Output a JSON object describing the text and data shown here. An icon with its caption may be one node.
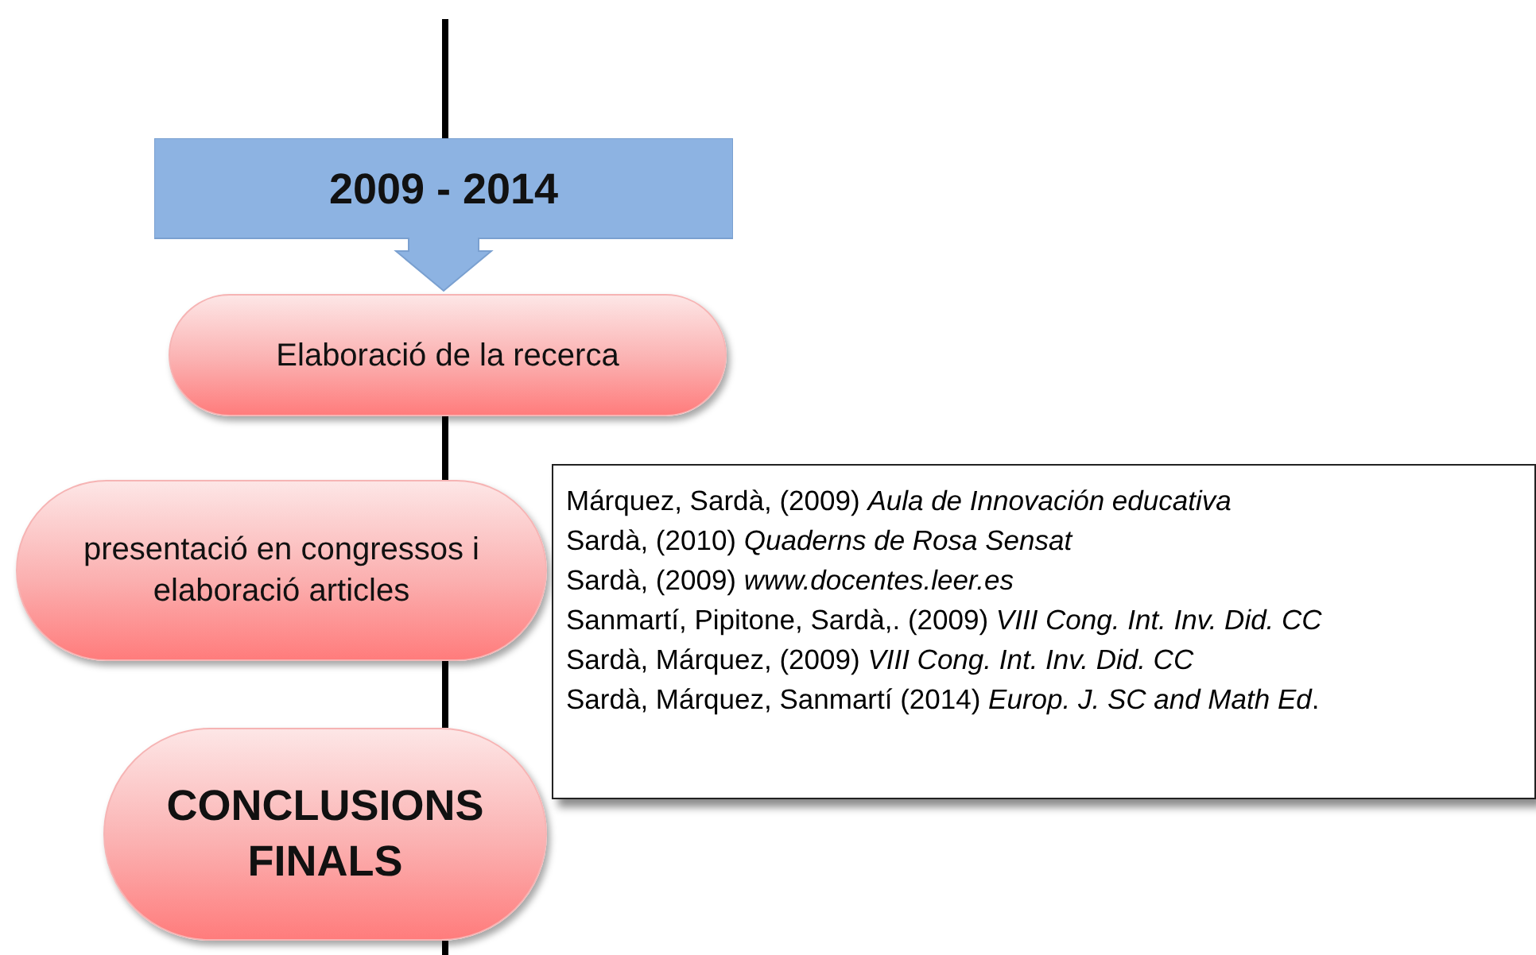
{
  "diagram": {
    "nodes": [
      {
        "text": [
          "2009 - 2014"
        ]
      },
      {
        "text": [
          "Elaboració de la recerca"
        ]
      },
      {
        "text": [
          "presentació en congressos i elaboració articles"
        ]
      },
      {
        "text": [
          "CONCLUSIONS FINALS"
        ]
      },
      {
        "text": [
          "Márquez, Sardà, (2009)  *Aula de Innovación educativa*",
          "Sardà, (2010) *Quaderns de Rosa Sensat*",
          "Sardà, (2009) *www.docentes.leer.es*",
          "Sanmartí, Pipitone, Sardà,. (2009) *VIII Cong. Int. Inv. Did. CC*",
          "Sardà, Márquez, (2009) *VIII Cong. Int. Inv. Did. CC*",
          "Sardà, Márquez, Sanmartí (2014) *Europ. J. SC and Math Ed*."
        ]
      }
    ],
    "edges": [
      {
        "from": null,
        "to": 0,
        "arrow": "none"
      },
      {
        "from": 1,
        "to": 2,
        "arrow": "none"
      },
      {
        "from": 2,
        "to": 3,
        "arrow": "none"
      },
      {
        "from": 3,
        "to": null,
        "arrow": "none"
      }
    ]
  }
}
